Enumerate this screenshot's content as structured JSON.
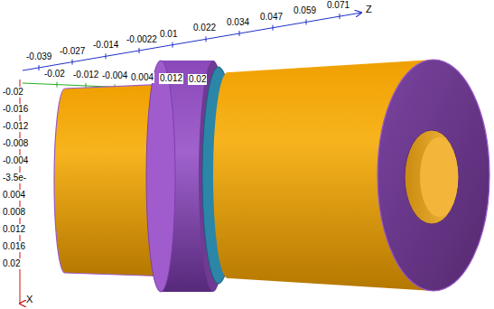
{
  "diagram": {
    "labels": [
      "-0.039",
      "-0.027",
      "-0.014",
      "-0.0022",
      "0.01",
      "0.022",
      "0.034",
      "0.047",
      "0.059",
      "0.071",
      "Z",
      "-0.02",
      "-0.012",
      "-0.004",
      "0.004",
      "0.012",
      "0.02",
      "-0.02",
      "-0.016",
      "-0.012",
      "-0.008",
      "-0.004",
      "-3.5e-",
      "0.004",
      "0.008",
      "0.012",
      "0.016",
      "0.02",
      "X"
    ]
  }
}
